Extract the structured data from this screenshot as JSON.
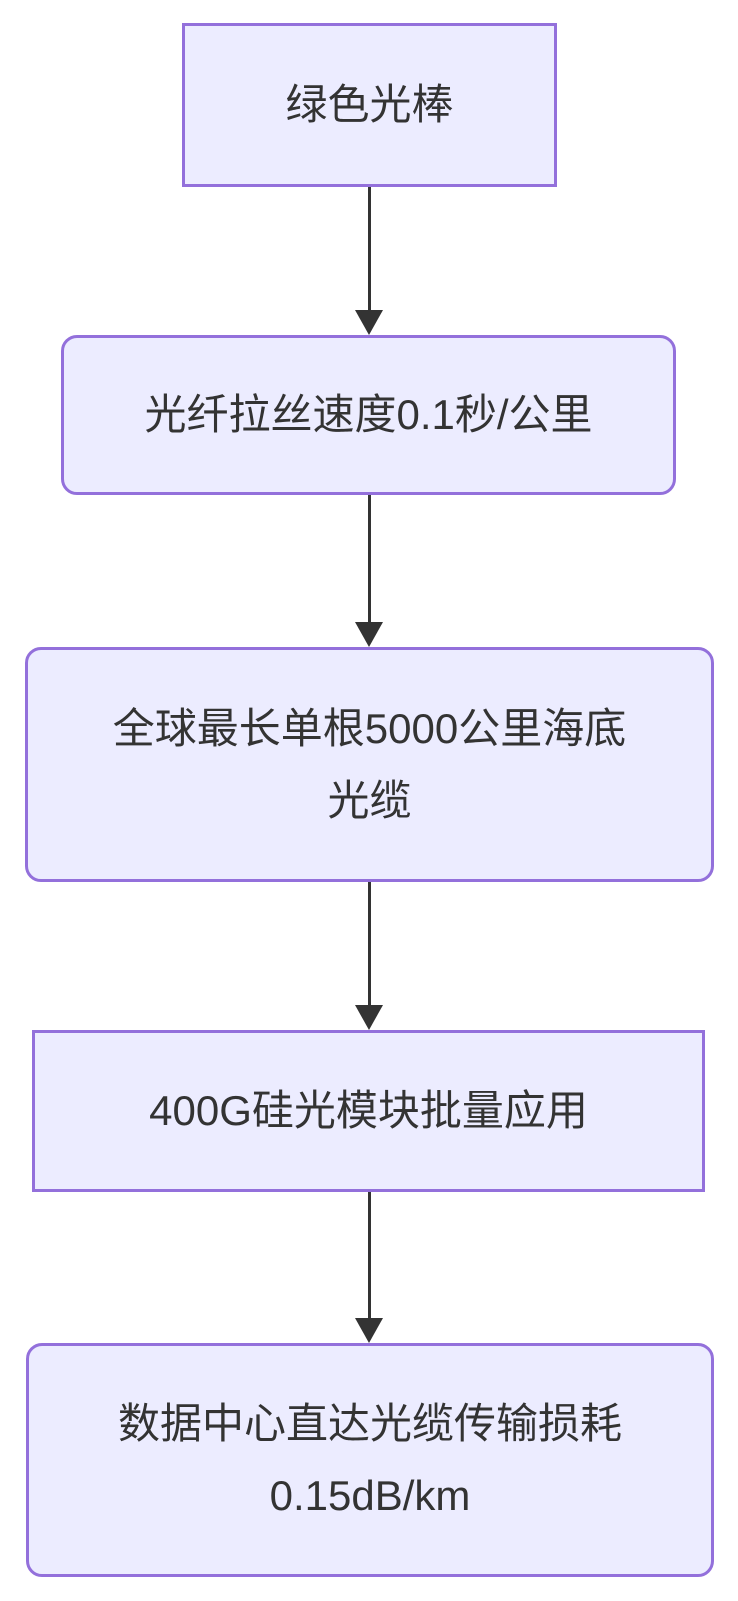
{
  "diagram": {
    "type": "flowchart",
    "direction": "top-down",
    "colors": {
      "background": "#ffffff",
      "node_fill": "#ECECFF",
      "node_border": "#9370DB",
      "text": "#333333",
      "arrow": "#333333"
    },
    "nodes": [
      {
        "id": "node-0",
        "shape": "rect",
        "text": "绿色光棒",
        "lines": [
          "绿色光棒"
        ]
      },
      {
        "id": "node-1",
        "shape": "rounded",
        "text": "光纤拉丝速度0.1秒/公里",
        "lines": [
          "光纤拉丝速度0.1秒/公里"
        ]
      },
      {
        "id": "node-2",
        "shape": "rounded",
        "text": "全球最长单根5000公里海底光缆",
        "lines": [
          "全球最长单根5000公里海底",
          "光缆"
        ]
      },
      {
        "id": "node-3",
        "shape": "rect",
        "text": "400G硅光模块批量应用",
        "lines": [
          "400G硅光模块批量应用"
        ]
      },
      {
        "id": "node-4",
        "shape": "rounded",
        "text": "数据中心直达光缆传输损耗0.15dB/km",
        "lines": [
          "数据中心直达光缆传输损耗",
          "0.15dB/km"
        ]
      }
    ],
    "edges": [
      {
        "from": "node-0",
        "to": "node-1",
        "style": "arrow-down"
      },
      {
        "from": "node-1",
        "to": "node-2",
        "style": "arrow-down"
      },
      {
        "from": "node-2",
        "to": "node-3",
        "style": "arrow-down"
      },
      {
        "from": "node-3",
        "to": "node-4",
        "style": "arrow-down"
      }
    ]
  }
}
